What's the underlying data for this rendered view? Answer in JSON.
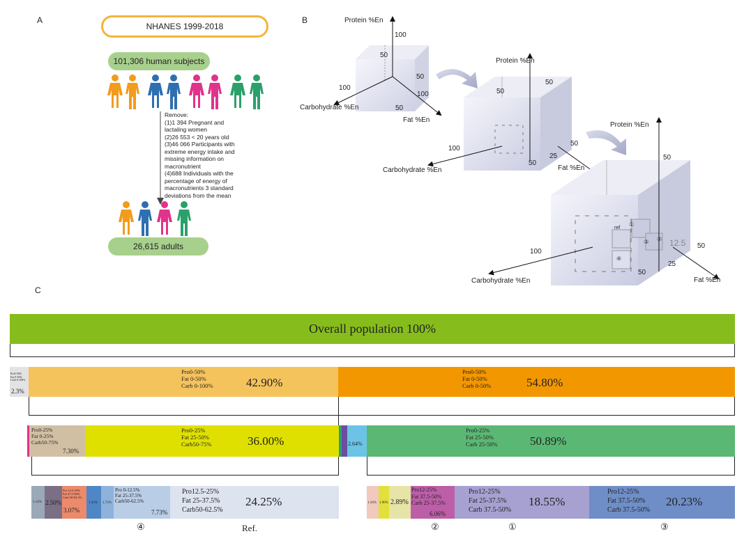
{
  "panelA": {
    "letter": "A",
    "title": "NHANES 1999-2018",
    "subjects": "101,306 human subjects",
    "remove": [
      "Remove:",
      "(1)1 394 Pregnant and",
      "lactaling women",
      "(2)26 553  < 20 years old",
      "(3)46 066 Participants with",
      "extreme energy intake and",
      "missing information on",
      "macronutrient",
      "(4)688 Individuals with the",
      "percentage of energy of",
      "macronutrients 3 standard",
      "deviations from the mean"
    ],
    "adults": "26,615 adults",
    "colors": {
      "orange": "#f29b1d",
      "blue": "#2e6fb0",
      "pink": "#e0338a",
      "green": "#2aa06b"
    }
  },
  "panelB": {
    "letter": "B",
    "cube1": {
      "protein": "Protein %En",
      "carb": "Carbohydrate %En",
      "fat": "Fat %En",
      "n100a": "100",
      "n50a": "50",
      "n50b": "50",
      "n100b": "100",
      "n100c": "100",
      "n50c": "50"
    },
    "cube2": {
      "protein": "Protein %En",
      "carb": "Carbohydrate %En",
      "fat": "Fat %En",
      "n50a": "50",
      "n50b": "50",
      "n100": "100",
      "n25": "25",
      "n50c": "50",
      "n50d": "50"
    },
    "cube3": {
      "protein": "Protein %En",
      "carb": "Carbohydrate %En",
      "fat": "Fat %En",
      "n50a": "50",
      "n100": "100",
      "n125": "12.5",
      "n25": "25",
      "n50b": "50",
      "n50c": "50",
      "ref": "ref",
      "c1": "①",
      "c2": "②",
      "c3": "③",
      "c4": "④"
    }
  },
  "panelC": {
    "letter": "C",
    "overall": "Overall population 100%",
    "row1": {
      "tiny": [
        "Pro0-50%",
        "Fat 0-50%",
        "Carb 0-100%"
      ],
      "tiny_pct": "2.3%",
      "left": {
        "lines": [
          "Pro0-50%",
          "Fat 0-50%",
          "Carb 0-100%"
        ],
        "pct": "42.90%"
      },
      "right": {
        "lines": [
          "Pro0-50%",
          "Fat 0-50%",
          "Carb 0-50%"
        ],
        "pct": "54.80%"
      }
    },
    "row2": {
      "leftsmall": {
        "lines": [
          "Pro0-25%",
          "Fat 0-25%",
          "Carb50-75%"
        ],
        "pct": "7.30%"
      },
      "left": {
        "lines": [
          "Pro0-25%",
          "Fat 25-50%",
          "Carb50-75%"
        ],
        "pct": "36.00%"
      },
      "mid_pct": "2.64%",
      "right": {
        "lines": [
          "Pro0-25%",
          "Fat 25-50%",
          "Carb 25-50%"
        ],
        "pct": "50.89%"
      }
    },
    "row3": {
      "a_pct": "1.14%",
      "b_pct": "2.50%",
      "c": {
        "lines": [
          "Pro 12.5-25%",
          "Fat 37.5-50%",
          "Carb 50-62.5%"
        ],
        "pct": "3.07%"
      },
      "d_pct": "1.33%",
      "e_pct": "1.73%",
      "f": {
        "lines": [
          "Pro 0-12.5%",
          "Fat 25-37.5%",
          "Carb50-62.5%"
        ],
        "pct": "7.73%"
      },
      "ref": {
        "lines": [
          "Pro12.5-25%",
          "Fat 25-37.5%",
          "Carb50-62.5%"
        ],
        "pct": "24.25%"
      },
      "g_pct": "1.16%",
      "h_pct": "1.90%",
      "i_pct": "2.89%",
      "j": {
        "lines": [
          "Pro12-25%",
          "Fat 37.5-50%",
          "Carb 25-37.5%"
        ],
        "pct": "6.06%"
      },
      "k": {
        "lines": [
          "Pro12-25%",
          "Fat 25-37.5%",
          "Carb 37.5-50%"
        ],
        "pct": "18.55%"
      },
      "l": {
        "lines": [
          "Pro12-25%",
          "Fat 37.5-50%",
          "Carb 37.5-50%"
        ],
        "pct": "20.23%"
      }
    },
    "bottom_labels": {
      "four": "④",
      "ref": "Ref.",
      "two": "②",
      "one": "①",
      "three": "③"
    },
    "colors": {
      "overall": "#86bd1c",
      "row1_left": "#f5c35c",
      "row1_right": "#f39700",
      "row2_left": "#dfe000",
      "row2_leftsmall": "#d1bfa3",
      "row2_right": "#5bb774",
      "row2_mid": "#6bc4e6",
      "ref": "#dde3ef",
      "f": "#b9cde6",
      "c": "#ec8a6b",
      "b": "#7b6f86",
      "j": "#bd5ea8",
      "k": "#a7a1d1",
      "l": "#6f8ec8",
      "i": "#e6e4a6",
      "h": "#e2e03a",
      "g": "#f1c9bd"
    }
  }
}
